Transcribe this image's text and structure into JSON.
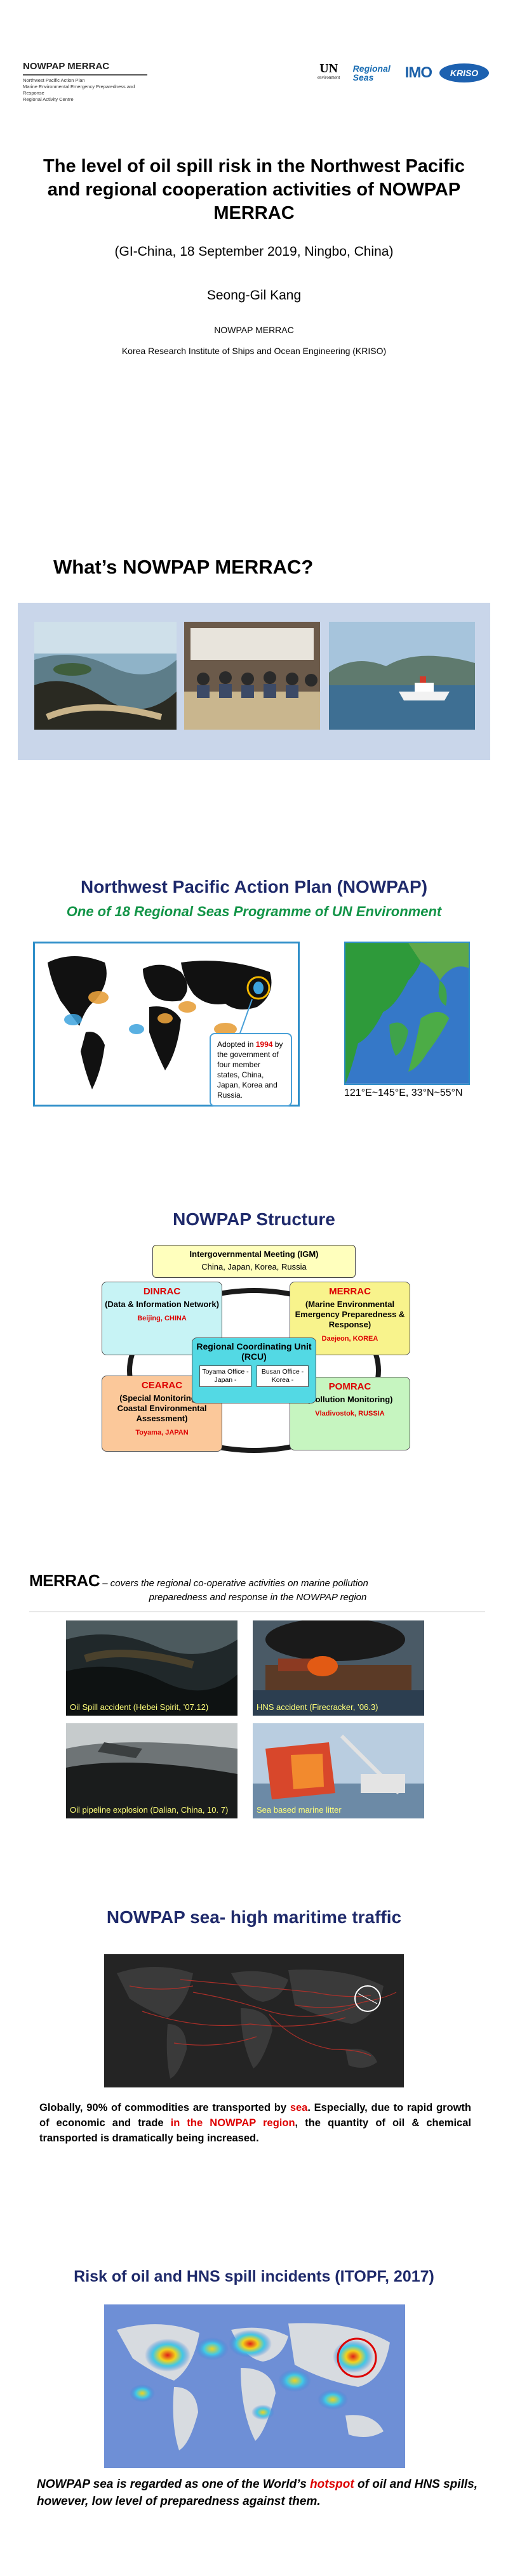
{
  "header": {
    "brand": "NOWPAP MERRAC",
    "subtitle_lines": [
      "Northwest Pacific Action Plan",
      "Marine Environmental Emergency Preparedness and Response",
      "Regional Activity Centre"
    ],
    "logos": {
      "un_big": "UN",
      "un_small": "environment",
      "regional_seas": [
        "Regional",
        "Seas"
      ],
      "imo": "IMO",
      "kriso": "KRISO"
    }
  },
  "title_slide": {
    "title": "The level of oil spill risk in the Northwest Pacific and regional cooperation activities of NOWPAP MERRAC",
    "event": "(GI-China, 18 September 2019, Ningbo, China)",
    "author": "Seong-Gil Kang",
    "affiliation_1": "NOWPAP MERRAC",
    "affiliation_2": "Korea Research Institute of Ships and Ocean Engineering (KRISO)"
  },
  "slide_what": {
    "title": "What’s NOWPAP MERRAC?"
  },
  "slide_nowpap": {
    "title": "Northwest Pacific Action Plan (NOWPAP)",
    "subtitle": "One of 18 Regional Seas Programme of UN Environment",
    "callout_before": "Adopted in ",
    "callout_year": "1994",
    "callout_after": " by the government of four member states, China, Japan, Korea and Russia.",
    "coordinates": "121°E~145°E, 33°N~55°N",
    "colors": {
      "title": "#1f2a6b",
      "subtitle": "#129447",
      "frame": "#2f8fc9"
    }
  },
  "slide_structure": {
    "title": "NOWPAP Structure",
    "igm": {
      "title": "Intergovernmental Meeting (IGM)",
      "members": "China, Japan, Korea, Russia"
    },
    "rcu": {
      "title": "Regional Coordinating Unit (RCU)",
      "office_1": "Toyama Office - Japan -",
      "office_2": "Busan Office - Korea -"
    },
    "racs": [
      {
        "name": "DINRAC",
        "desc": "(Data & Information Network)",
        "loc": "Beijing, CHINA"
      },
      {
        "name": "MERRAC",
        "desc": "(Marine Environmental Emergency Preparedness & Response)",
        "loc": "Daejeon, KOREA"
      },
      {
        "name": "CEARAC",
        "desc": "(Special Monitoring & Coastal Environmental Assessment)",
        "loc": "Toyama, JAPAN"
      },
      {
        "name": "POMRAC",
        "desc": "(Pollution Monitoring)",
        "loc": "Vladivostok, RUSSIA"
      }
    ]
  },
  "slide_merrac": {
    "keyword": "MERRAC",
    "lead": " – covers the",
    "line_1_rest": " regional co-operative activities on marine pollution",
    "line_2": "preparedness and response in the NOWPAP region",
    "photos": [
      {
        "caption": "Oil Spill accident (Hebei Spirit, ’07.12)"
      },
      {
        "caption": "HNS accident (Firecracker, ’06.3)"
      },
      {
        "caption": "Oil pipeline explosion (Dalian, China, 10. 7)"
      },
      {
        "caption": "Sea based marine litter"
      }
    ]
  },
  "slide_traffic": {
    "title": "NOWPAP sea- high maritime traffic",
    "body_1": "Globally, 90% of commodities are transported by ",
    "body_sea": "sea",
    "body_2": ". Especially, due to rapid growth of economic and trade ",
    "body_region": "in the NOWPAP region",
    "body_3": ", the quantity of oil & chemical transported is dramatically being increased."
  },
  "slide_risk": {
    "title": "Risk of oil and HNS spill incidents (ITOPF, 2017)",
    "body_1": "NOWPAP sea is regarded as one of the World’s ",
    "body_hotspot": "hotspot",
    "body_2": " of oil and HNS spills, however, low level of preparedness against them."
  }
}
